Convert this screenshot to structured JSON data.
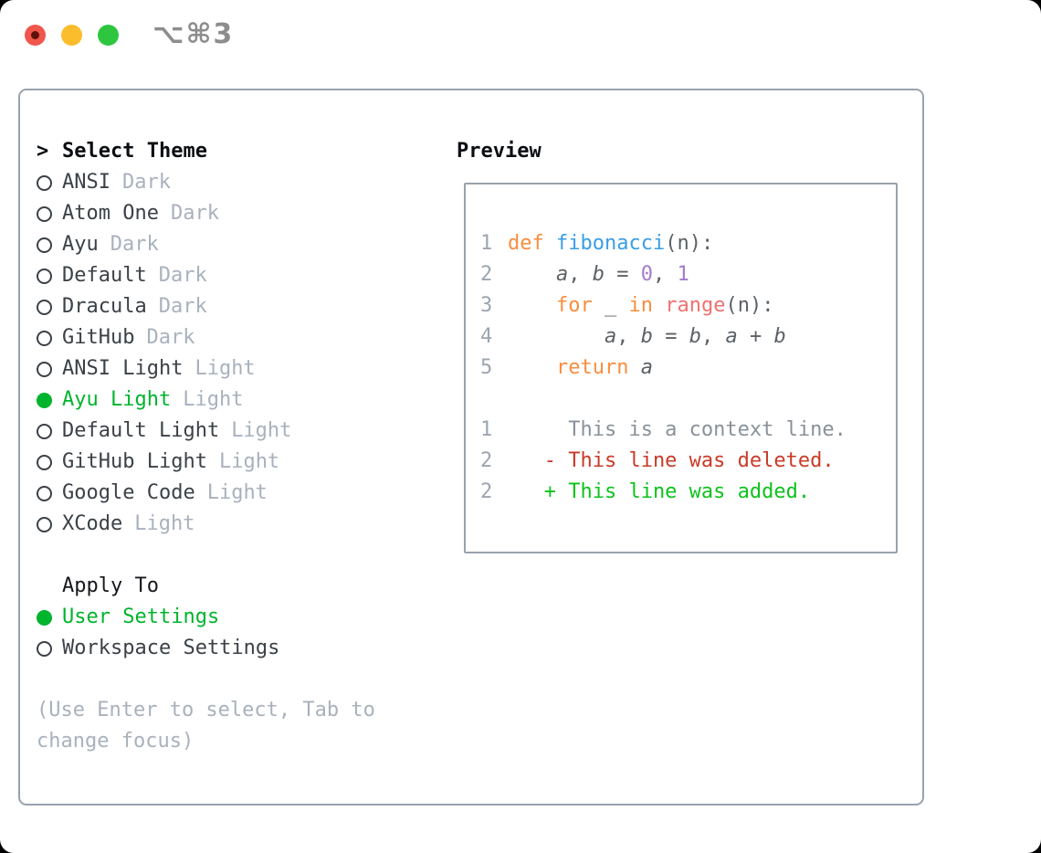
{
  "window": {
    "shortcut": "⌥⌘3",
    "traffic_lights": [
      "close",
      "minimize",
      "zoom"
    ]
  },
  "theme_picker": {
    "title_marker": ">",
    "title": "Select Theme",
    "items": [
      {
        "name": "ANSI",
        "variant": "Dark",
        "selected": false
      },
      {
        "name": "Atom One",
        "variant": "Dark",
        "selected": false
      },
      {
        "name": "Ayu",
        "variant": "Dark",
        "selected": false
      },
      {
        "name": "Default",
        "variant": "Dark",
        "selected": false
      },
      {
        "name": "Dracula",
        "variant": "Dark",
        "selected": false
      },
      {
        "name": "GitHub",
        "variant": "Dark",
        "selected": false
      },
      {
        "name": "ANSI Light",
        "variant": "Light",
        "selected": false
      },
      {
        "name": "Ayu Light",
        "variant": "Light",
        "selected": true
      },
      {
        "name": "Default Light",
        "variant": "Light",
        "selected": false
      },
      {
        "name": "GitHub Light",
        "variant": "Light",
        "selected": false
      },
      {
        "name": "Google Code",
        "variant": "Light",
        "selected": false
      },
      {
        "name": "XCode",
        "variant": "Light",
        "selected": false
      }
    ],
    "apply_to": {
      "title": "Apply To",
      "options": [
        {
          "label": "User Settings",
          "selected": true
        },
        {
          "label": "Workspace Settings",
          "selected": false
        }
      ]
    },
    "help_text": "(Use Enter to select, Tab to change focus)"
  },
  "preview": {
    "title": "Preview",
    "code_lines": [
      {
        "number": "1",
        "tokens": [
          {
            "text": "def",
            "type": "keyword"
          },
          {
            "text": " ",
            "type": "plain"
          },
          {
            "text": "fibonacci",
            "type": "function"
          },
          {
            "text": "(n):",
            "type": "plain"
          }
        ]
      },
      {
        "number": "2",
        "tokens": [
          {
            "text": "    ",
            "type": "plain"
          },
          {
            "text": "a",
            "type": "variable"
          },
          {
            "text": ", ",
            "type": "plain"
          },
          {
            "text": "b",
            "type": "variable"
          },
          {
            "text": " = ",
            "type": "plain"
          },
          {
            "text": "0",
            "type": "number"
          },
          {
            "text": ", ",
            "type": "plain"
          },
          {
            "text": "1",
            "type": "number"
          }
        ]
      },
      {
        "number": "3",
        "tokens": [
          {
            "text": "    ",
            "type": "plain"
          },
          {
            "text": "for",
            "type": "keyword"
          },
          {
            "text": " _ ",
            "type": "plain"
          },
          {
            "text": "in",
            "type": "keyword"
          },
          {
            "text": " ",
            "type": "plain"
          },
          {
            "text": "range",
            "type": "builtin"
          },
          {
            "text": "(n):",
            "type": "plain"
          }
        ]
      },
      {
        "number": "4",
        "tokens": [
          {
            "text": "        ",
            "type": "plain"
          },
          {
            "text": "a",
            "type": "variable"
          },
          {
            "text": ", ",
            "type": "plain"
          },
          {
            "text": "b",
            "type": "variable"
          },
          {
            "text": " = ",
            "type": "plain"
          },
          {
            "text": "b",
            "type": "variable"
          },
          {
            "text": ", ",
            "type": "plain"
          },
          {
            "text": "a",
            "type": "variable"
          },
          {
            "text": " + ",
            "type": "plain"
          },
          {
            "text": "b",
            "type": "variable"
          }
        ]
      },
      {
        "number": "5",
        "tokens": [
          {
            "text": "    ",
            "type": "plain"
          },
          {
            "text": "return",
            "type": "keyword"
          },
          {
            "text": " ",
            "type": "plain"
          },
          {
            "text": "a",
            "type": "variable"
          }
        ]
      }
    ],
    "diff_lines": [
      {
        "number": "1",
        "marker": " ",
        "text": "This is a context line.",
        "kind": "context"
      },
      {
        "number": "2",
        "marker": "-",
        "text": "This line was deleted.",
        "kind": "deleted"
      },
      {
        "number": "2",
        "marker": "+",
        "text": "This line was added.",
        "kind": "added"
      }
    ]
  },
  "colors": {
    "accent_green": "#00B42D",
    "keyword": "#FA8D3E",
    "function": "#399EE6",
    "builtin": "#F07171",
    "number": "#A37ACC",
    "plain_code": "#5C6166",
    "line_number": "#9DA5B0",
    "context": "#8A9199",
    "deleted": "#C93A28",
    "added": "#0EC21C",
    "heading_text": "#0B0E12",
    "name_text": "#3B4147",
    "variant_text": "#A9B1BD",
    "help_text": "#A9B1BD",
    "border_gray": "#99A2AE",
    "traffic_red": "#F0564B",
    "traffic_red_dot": "#5C1208",
    "traffic_yellow": "#FBBD2C",
    "traffic_green": "#2FC63F",
    "shortcut_gray": "#8D8D8D"
  }
}
